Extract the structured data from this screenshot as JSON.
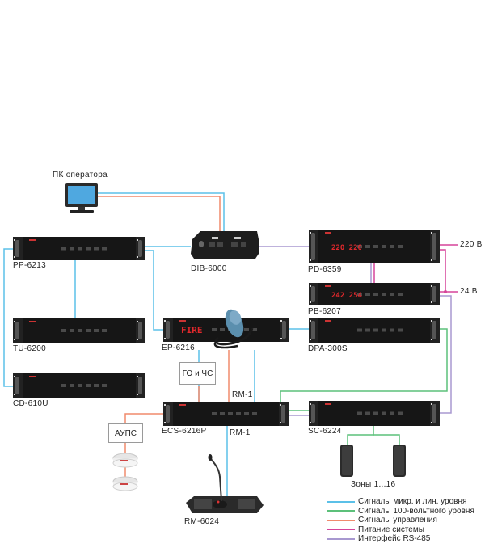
{
  "diagram": {
    "title": "",
    "colors": {
      "mic_line": "#5bc0e8",
      "v100": "#5cc07a",
      "control": "#f08a6c",
      "power": "#d6449a",
      "rs485": "#a898d0"
    },
    "devices": {
      "pc": {
        "label": "ПК оператора",
        "icon": "monitor-icon"
      },
      "pp6213": {
        "label": "PP-6213",
        "icon": "rack-preamp-icon"
      },
      "dib6000": {
        "label": "DIB-6000",
        "icon": "interface-box-icon"
      },
      "pd6359": {
        "label": "PD-6359",
        "icon": "rack-power-distributor-icon",
        "display": "220 220"
      },
      "pb6207": {
        "label": "PB-6207",
        "icon": "rack-battery-icon",
        "display": "242 254"
      },
      "tu6200": {
        "label": "TU-6200",
        "icon": "rack-tuner-icon"
      },
      "ep6216": {
        "label": "EP-6216",
        "icon": "rack-emergency-panel-icon",
        "display": "FIRE"
      },
      "dpa300s": {
        "label": "DPA-300S",
        "icon": "rack-amplifier-icon"
      },
      "cd610u": {
        "label": "CD-610U",
        "icon": "rack-cd-player-icon"
      },
      "ecs6216p": {
        "label": "ECS-6216P",
        "icon": "rack-controller-icon"
      },
      "sc6224": {
        "label": "SC-6224",
        "icon": "rack-zone-selector-icon"
      },
      "rm6024": {
        "label": "RM-6024",
        "icon": "paging-microphone-icon"
      },
      "speakers": {
        "label": "Зоны 1...16",
        "icon": "column-speaker-icon"
      },
      "detectors": {
        "icon": "smoke-detector-icon"
      }
    },
    "boxes": {
      "go_chs": "ГО и ЧС",
      "aups": "АУПС"
    },
    "annotations": {
      "v220": "220 В",
      "v24": "24 В",
      "rm1_top": "RM-1",
      "rm1_bottom": "RM-1"
    },
    "legend": [
      {
        "label": "Сигналы микр. и лин. уровня",
        "color": "#5bc0e8"
      },
      {
        "label": "Сигналы 100-вольтного уровня",
        "color": "#5cc07a"
      },
      {
        "label": "Сигналы управления",
        "color": "#f08a6c"
      },
      {
        "label": "Питание системы",
        "color": "#d6449a"
      },
      {
        "label": "Интерфейс RS-485",
        "color": "#a898d0"
      }
    ]
  }
}
